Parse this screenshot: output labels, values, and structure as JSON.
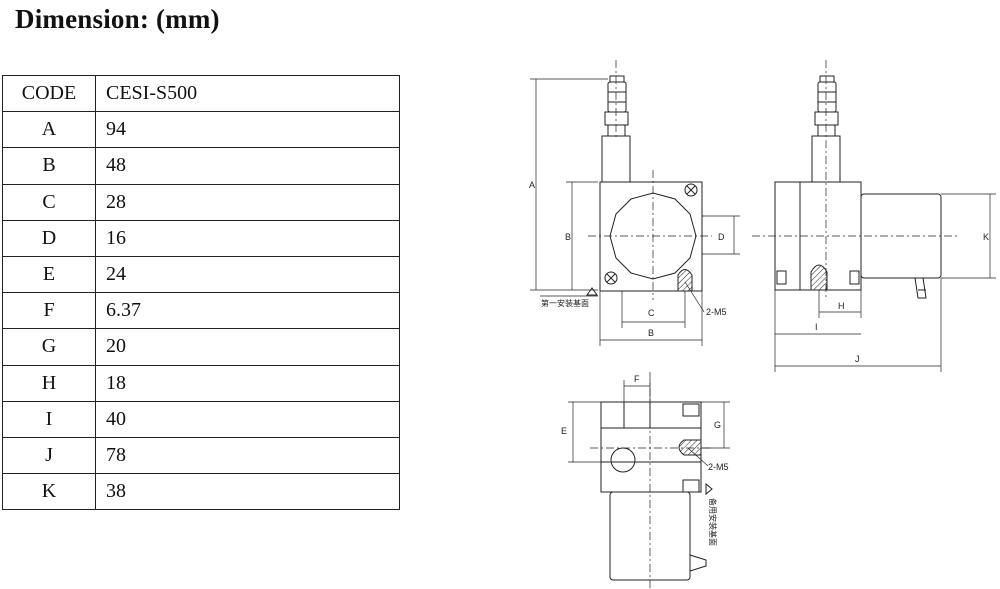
{
  "title": "Dimension: (mm)",
  "table": {
    "header": [
      "CODE",
      "CESI-S500"
    ],
    "rows": [
      [
        "A",
        "94"
      ],
      [
        "B",
        "48"
      ],
      [
        "C",
        "28"
      ],
      [
        "D",
        "16"
      ],
      [
        "E",
        "24"
      ],
      [
        "F",
        "6.37"
      ],
      [
        "G",
        "20"
      ],
      [
        "H",
        "18"
      ],
      [
        "I",
        "40"
      ],
      [
        "J",
        "78"
      ],
      [
        "K",
        "38"
      ]
    ]
  },
  "drawing": {
    "dim_labels": {
      "A": "A",
      "B": "B",
      "C": "C",
      "D": "D",
      "E": "E",
      "F": "F",
      "G": "G",
      "H": "H",
      "I": "I",
      "J": "J",
      "K": "K"
    },
    "callouts": {
      "thread_front": "2-M5",
      "thread_bottom": "2-M5",
      "mount_face_1": "第一安装基面",
      "mount_face_2": "备用安装基面"
    }
  }
}
